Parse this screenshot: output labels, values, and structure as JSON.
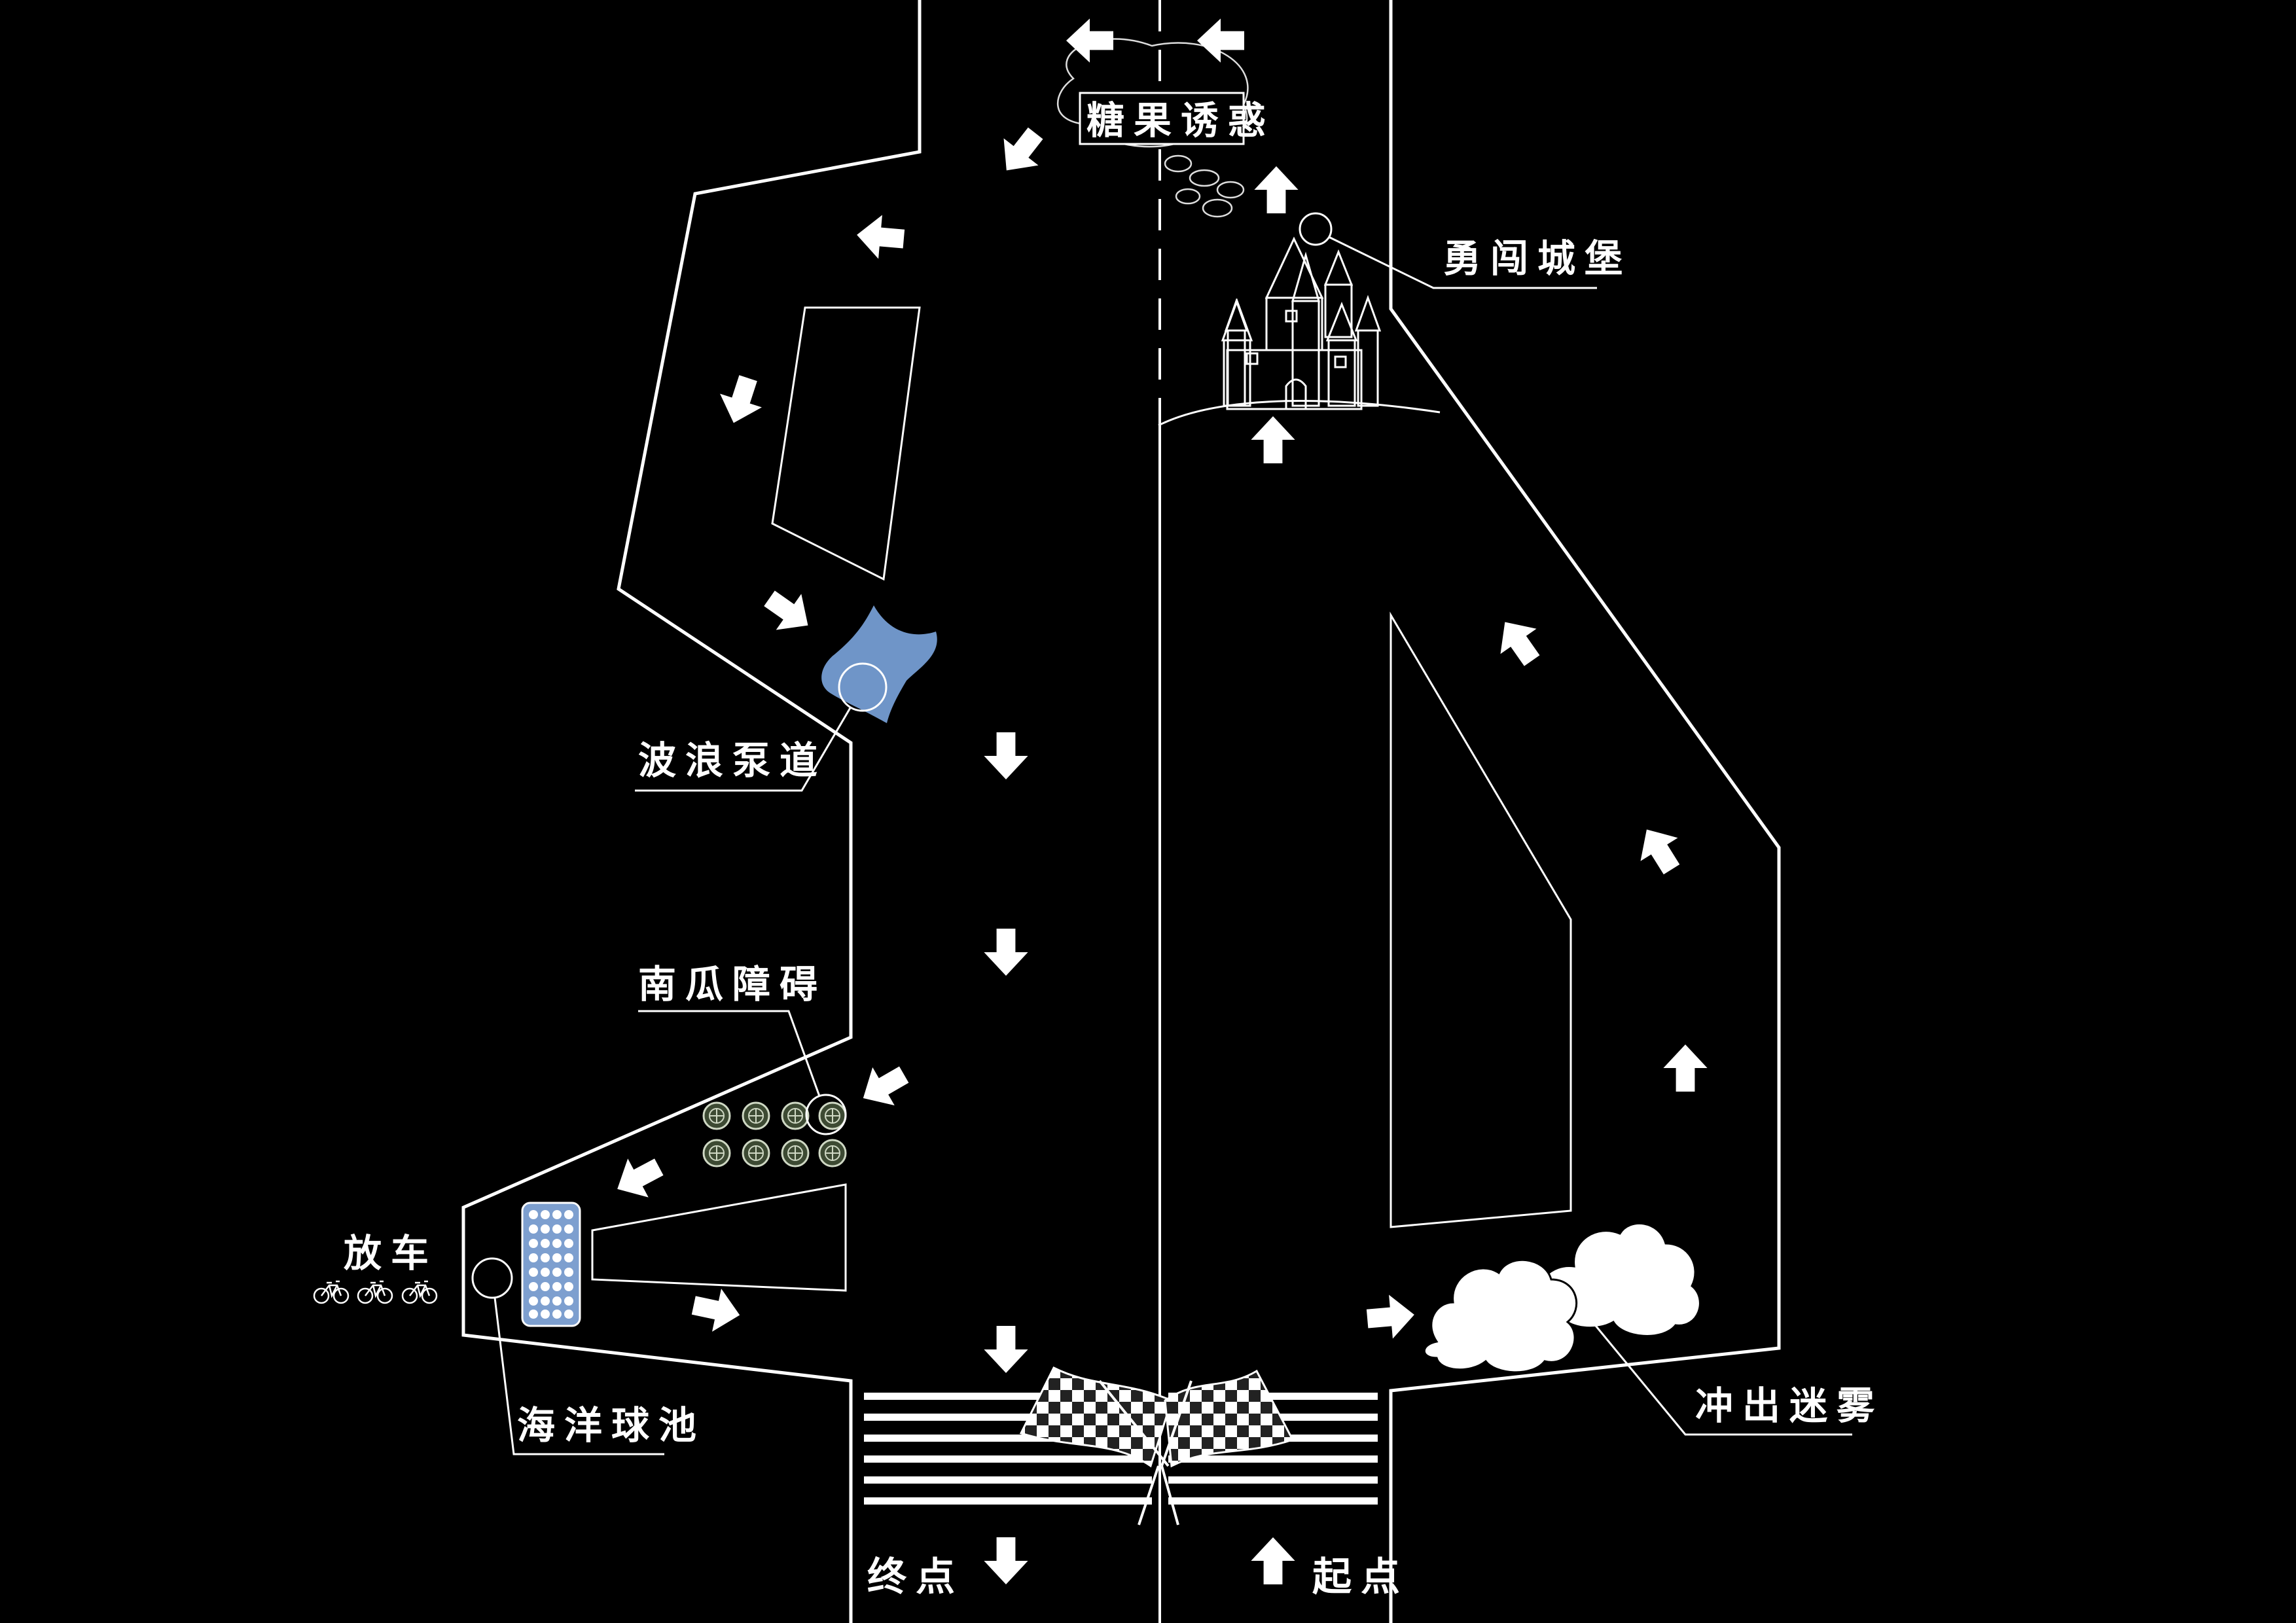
{
  "labels": {
    "candy": "糖果诱惑",
    "castle": "勇闯城堡",
    "wave": "波浪泵道",
    "pumpkin": "南瓜障碍",
    "release": "放车",
    "ball_pool": "海洋球池",
    "fog": "冲出迷雾",
    "finish": "终点",
    "start": "起点"
  },
  "colors": {
    "background": "#000000",
    "line": "#ffffff",
    "wave_fill": "#6f95c8",
    "ball_pool_fill": "#7d9fcf",
    "pumpkin_fill": "#3d4a33"
  },
  "icons": [
    "arrow-icon",
    "castle-icon",
    "cloud-icon",
    "checkered-flag-icon",
    "bicycle-icon",
    "pumpkin-icon",
    "candy-icon"
  ]
}
